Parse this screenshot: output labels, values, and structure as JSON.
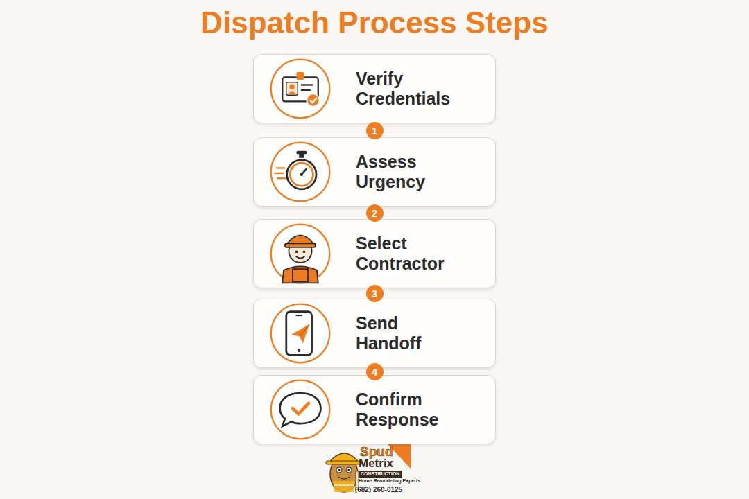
{
  "diagram": {
    "title": "Dispatch Process Steps",
    "nodes": [
      {
        "text": [
          "Verify Credentials"
        ]
      },
      {
        "text": [
          "Assess Urgency"
        ]
      },
      {
        "text": [
          "Select Contractor"
        ]
      },
      {
        "text": [
          "Send Handoff"
        ]
      },
      {
        "text": [
          "Confirm Response"
        ]
      }
    ],
    "edges": [
      {
        "from": 0,
        "to": 1,
        "arrow": "none",
        "label": "1"
      },
      {
        "from": 1,
        "to": 2,
        "arrow": "none",
        "label": "2"
      },
      {
        "from": 2,
        "to": 3,
        "arrow": "none",
        "label": "3"
      },
      {
        "from": 3,
        "to": 4,
        "arrow": "none",
        "label": "4"
      }
    ],
    "labels": [
      "Spud",
      "Metrix",
      "CONSTRUCTION",
      "Home Remodeling Experts",
      "(682) 260-0125"
    ]
  }
}
